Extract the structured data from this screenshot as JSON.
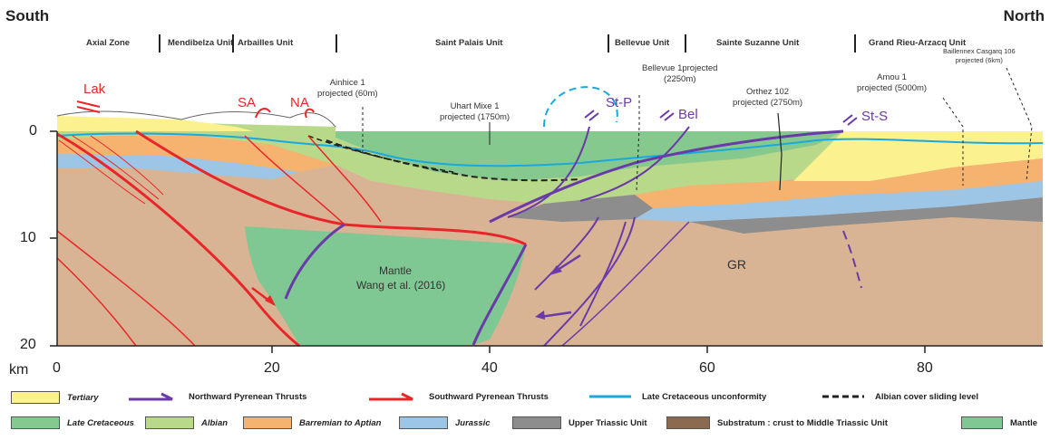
{
  "header": {
    "south": "South",
    "north": "North"
  },
  "units": [
    {
      "key": "axial",
      "label": "Axial Zone"
    },
    {
      "key": "mendibelza",
      "label": "Mendibelza Unit"
    },
    {
      "key": "arbailles",
      "label": "Arbailles Unit"
    },
    {
      "key": "saint_palais",
      "label": "Saint Palais Unit"
    },
    {
      "key": "bellevue",
      "label": "Bellevue Unit"
    },
    {
      "key": "sainte_suzanne",
      "label": "Sainte Suzanne Unit"
    },
    {
      "key": "grand_rieu",
      "label": "Grand Rieu-Arzacq Unit"
    }
  ],
  "wells": {
    "ainhice": [
      "Ainhice 1",
      "projected (60m)"
    ],
    "uhart": [
      "Uhart Mixe 1",
      "projected (1750m)"
    ],
    "bellevue": [
      "Bellevue 1projected",
      "(2250m)"
    ],
    "orthez": [
      "Orthez 102",
      "projected (2750m)"
    ],
    "amou": [
      "Amou 1",
      "projected (5000m)"
    ],
    "baillenx": [
      "Baillennex Casgarq 106",
      "projected (6km)"
    ]
  },
  "thrusts": {
    "lak": "Lak",
    "sa": "SA",
    "na": "NA",
    "stp": "St-P",
    "bel": "Bel",
    "sts": "St-S"
  },
  "bodies": {
    "mantle_title": "Mantle",
    "mantle_ref": "Wang et al. (2016)",
    "gr": "GR"
  },
  "axes": {
    "unit": "km",
    "depth_ticks": [
      "0",
      "10",
      "20"
    ],
    "distance_ticks": [
      "0",
      "20",
      "40",
      "60",
      "80"
    ]
  },
  "colors": {
    "tertiary": "#fbf28f",
    "late_cretaceous": "#86c98e",
    "albian": "#b9d98a",
    "barremian_aptian": "#f6b370",
    "jurassic": "#9dc5e6",
    "upper_triassic": "#8d8d8d",
    "substratum": "#d8b494",
    "mantle": "#7fc793",
    "north_thrust": "#6a3aa8",
    "south_thrust": "#e8262a",
    "unconformity": "#1aa9df"
  },
  "legend": {
    "tertiary": "Tertiary",
    "north_thrust": "Northward Pyrenean Thrusts",
    "south_thrust": "Southward Pyrenean Thrusts",
    "unconformity": "Late Cretaceous unconformity",
    "albian_sliding": "Albian cover sliding level",
    "late_cretaceous": "Late Cretaceous",
    "albian": "Albian",
    "barremian": "Barremian to Aptian",
    "jurassic": "Jurassic",
    "upper_triassic": "Upper Triassic Unit",
    "substratum": "Substratum : crust to Middle Triassic Unit",
    "mantle": "Mantle"
  }
}
